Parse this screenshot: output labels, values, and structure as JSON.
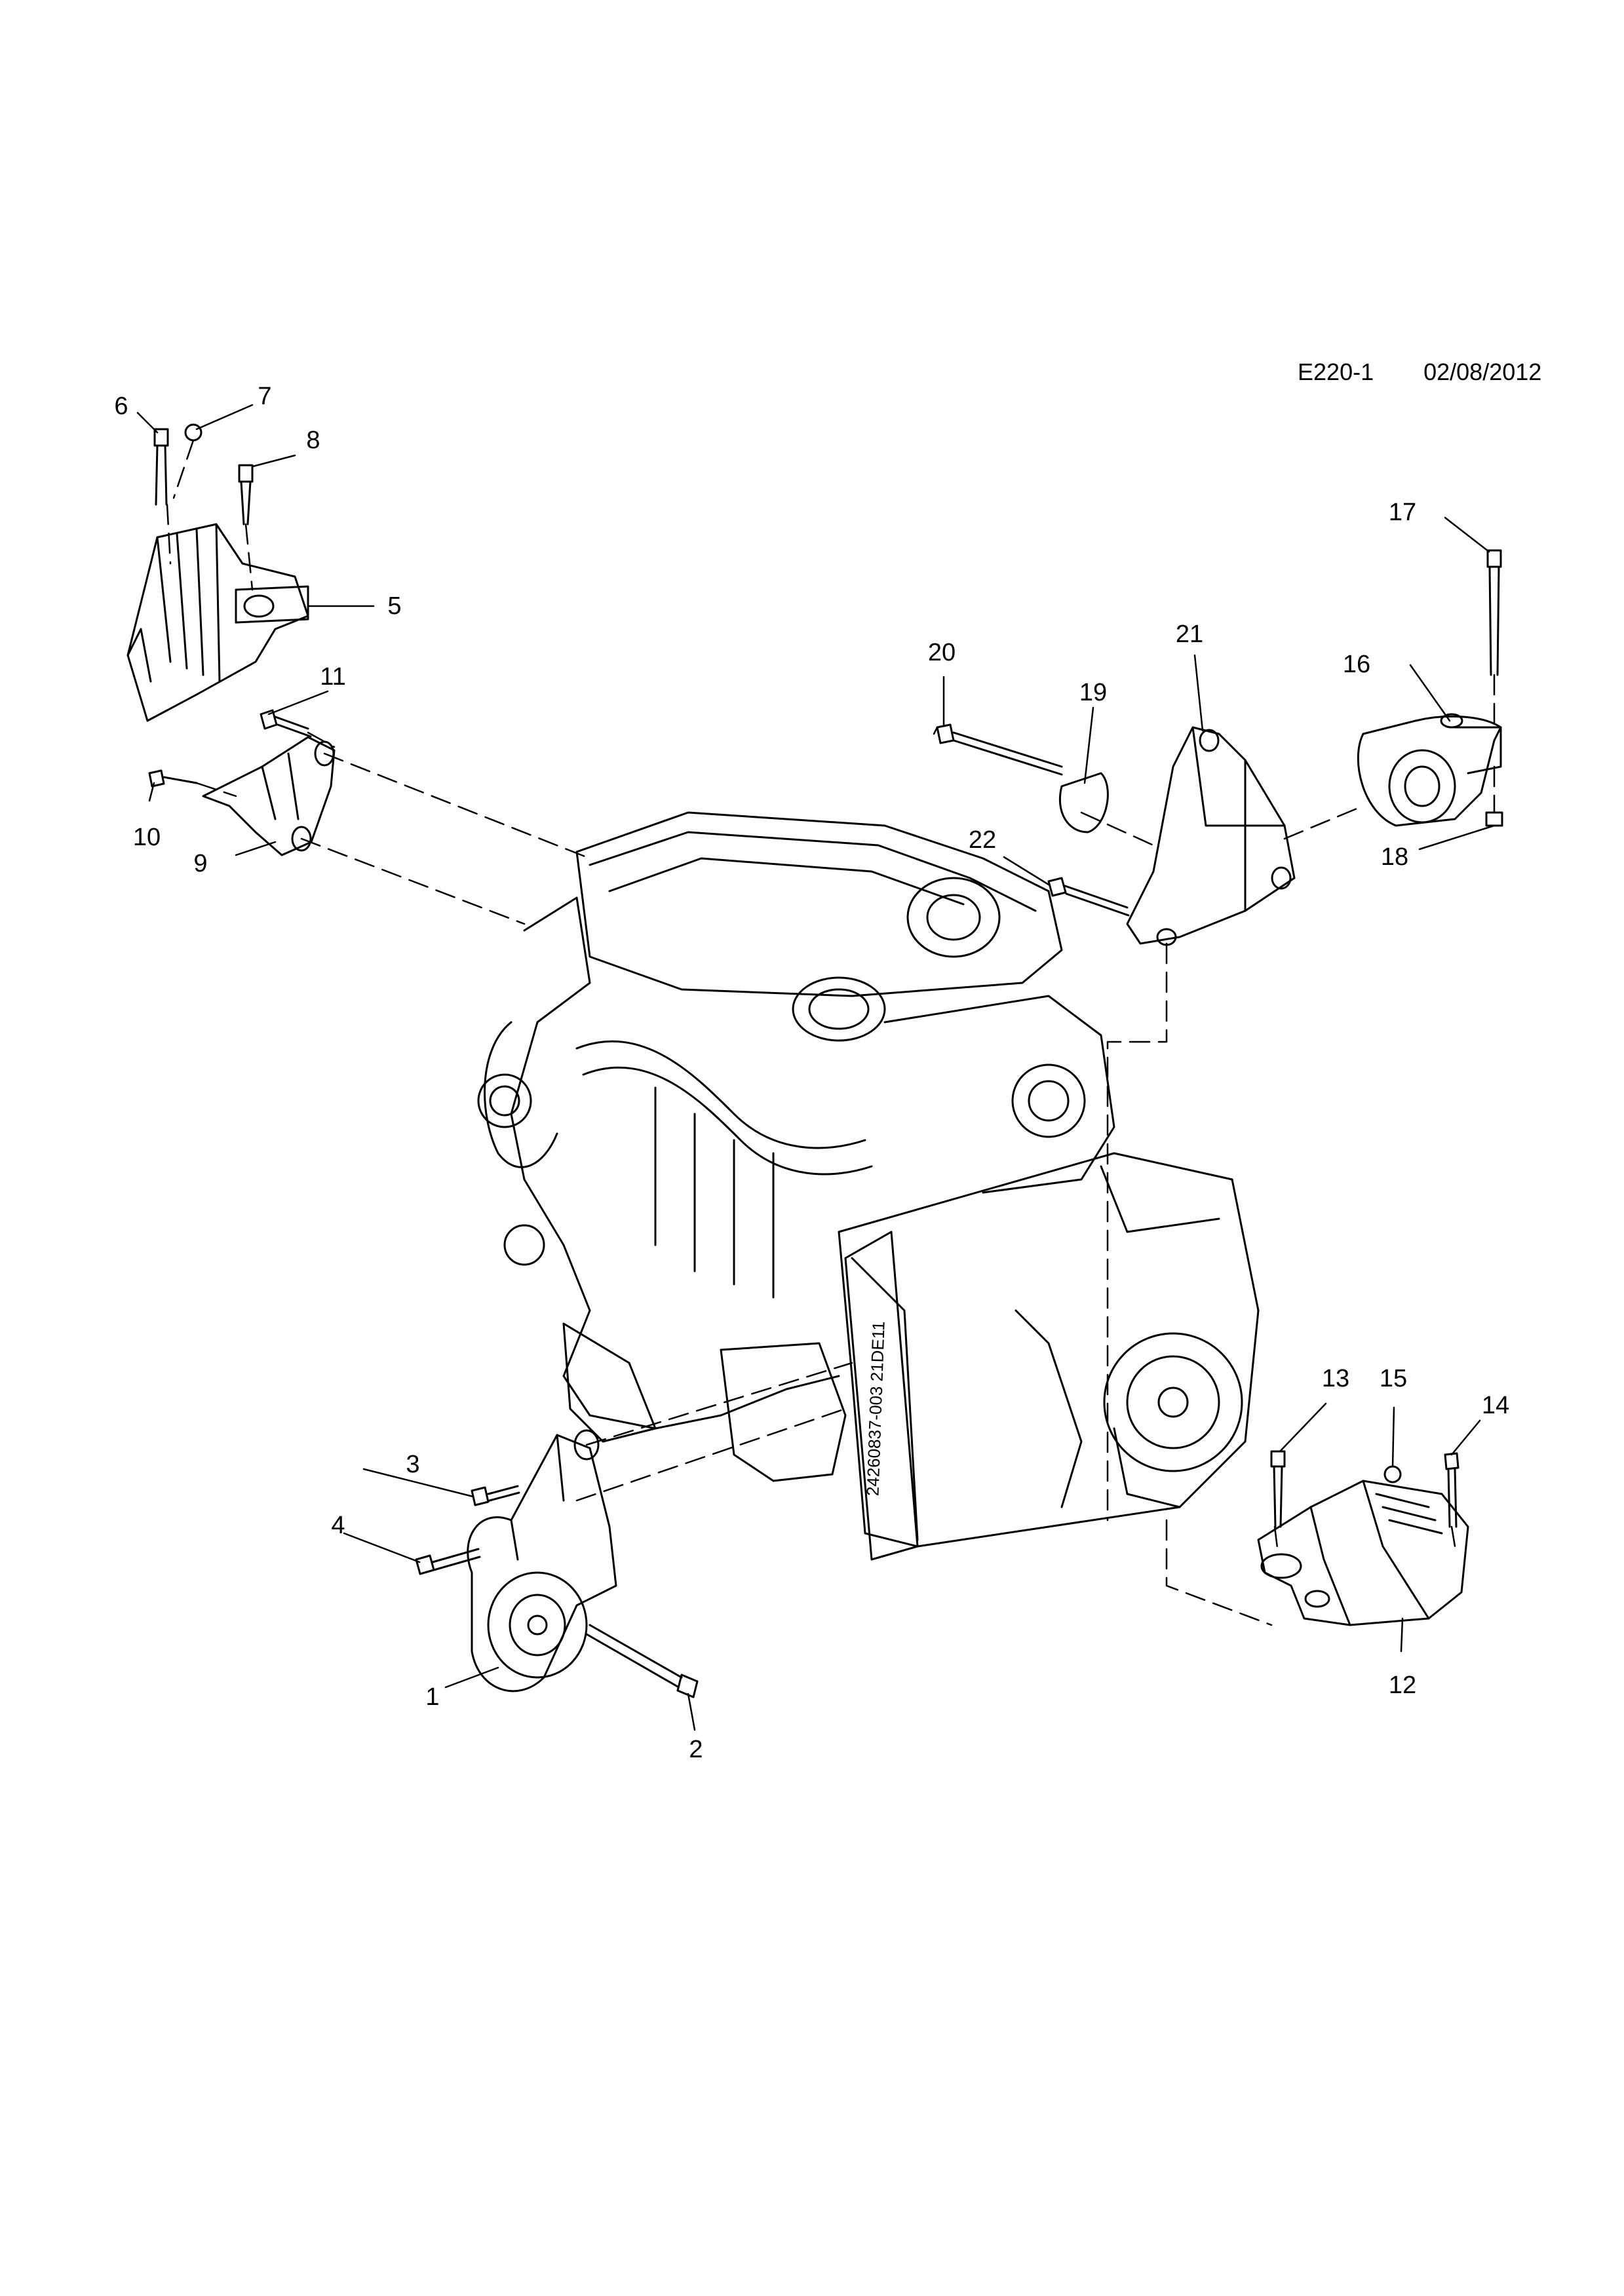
{
  "header": {
    "code": "E220-1",
    "date": "02/08/2012"
  },
  "callouts": [
    {
      "id": "1",
      "text": "1"
    },
    {
      "id": "2",
      "text": "2"
    },
    {
      "id": "3",
      "text": "3"
    },
    {
      "id": "4",
      "text": "4"
    },
    {
      "id": "5",
      "text": "5"
    },
    {
      "id": "6",
      "text": "6"
    },
    {
      "id": "7",
      "text": "7"
    },
    {
      "id": "8",
      "text": "8"
    },
    {
      "id": "9",
      "text": "9"
    },
    {
      "id": "10",
      "text": "10"
    },
    {
      "id": "11",
      "text": "11"
    },
    {
      "id": "12",
      "text": "12"
    },
    {
      "id": "13",
      "text": "13"
    },
    {
      "id": "14",
      "text": "14"
    },
    {
      "id": "15",
      "text": "15"
    },
    {
      "id": "16",
      "text": "16"
    },
    {
      "id": "17",
      "text": "17"
    },
    {
      "id": "18",
      "text": "18"
    },
    {
      "id": "19",
      "text": "19"
    },
    {
      "id": "20",
      "text": "20"
    },
    {
      "id": "21",
      "text": "21"
    },
    {
      "id": "22",
      "text": "22"
    }
  ],
  "parts": {
    "engine_assembly": "engine-transmission-assembly",
    "transmission_stamp": "24260837-003 21DE11"
  }
}
